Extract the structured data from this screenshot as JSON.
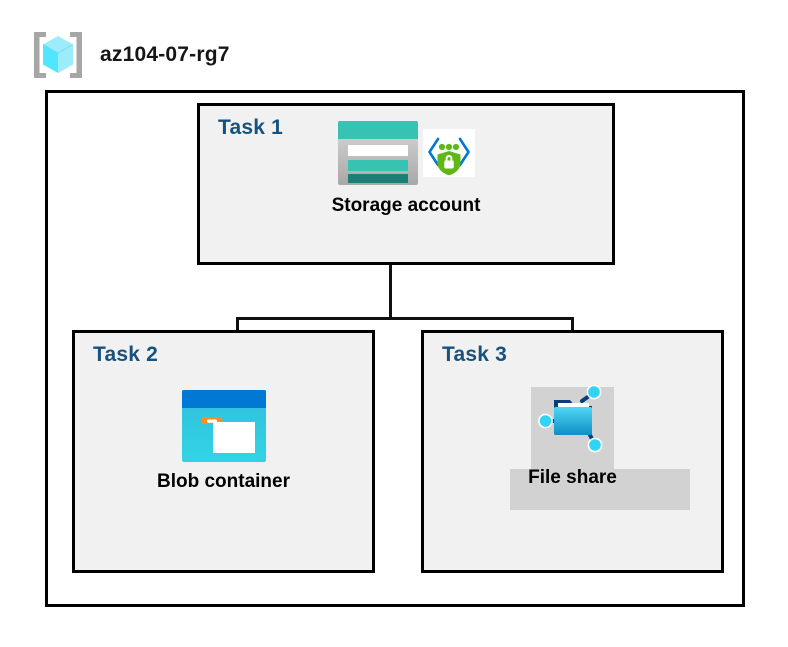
{
  "header": {
    "resource_group_name": "az104-07-rg7",
    "icon": "resource-group-icon"
  },
  "diagram": {
    "type": "azure-architecture",
    "container_label": "resource-group-boundary",
    "tasks": [
      {
        "id": "task1",
        "label": "Task 1",
        "node_caption": "Storage account",
        "icons": [
          "storage-account-icon",
          "private-endpoint-icon"
        ]
      },
      {
        "id": "task2",
        "label": "Task 2",
        "node_caption": "Blob container",
        "icons": [
          "blob-container-icon"
        ]
      },
      {
        "id": "task3",
        "label": "Task 3",
        "node_caption": "File share",
        "icons": [
          "file-share-icon"
        ]
      }
    ],
    "connections": [
      {
        "from": "Storage account",
        "to": "Blob container"
      },
      {
        "from": "Storage account",
        "to": "File share"
      }
    ]
  },
  "colors": {
    "task_label": "#17517e",
    "box_fill": "#f1f1f1",
    "box_border": "#000000",
    "page_background": "#ffffff",
    "plate_gray": "#d2d2d2",
    "storage_teal": "#37c2b1",
    "storage_teal_dark": "#1b7e77",
    "blob_blue": "#0078d4",
    "blob_cyan": "#32bedd",
    "blob_orange": "#f7901e",
    "shield_green": "#5fb816",
    "connector": "#101010"
  }
}
